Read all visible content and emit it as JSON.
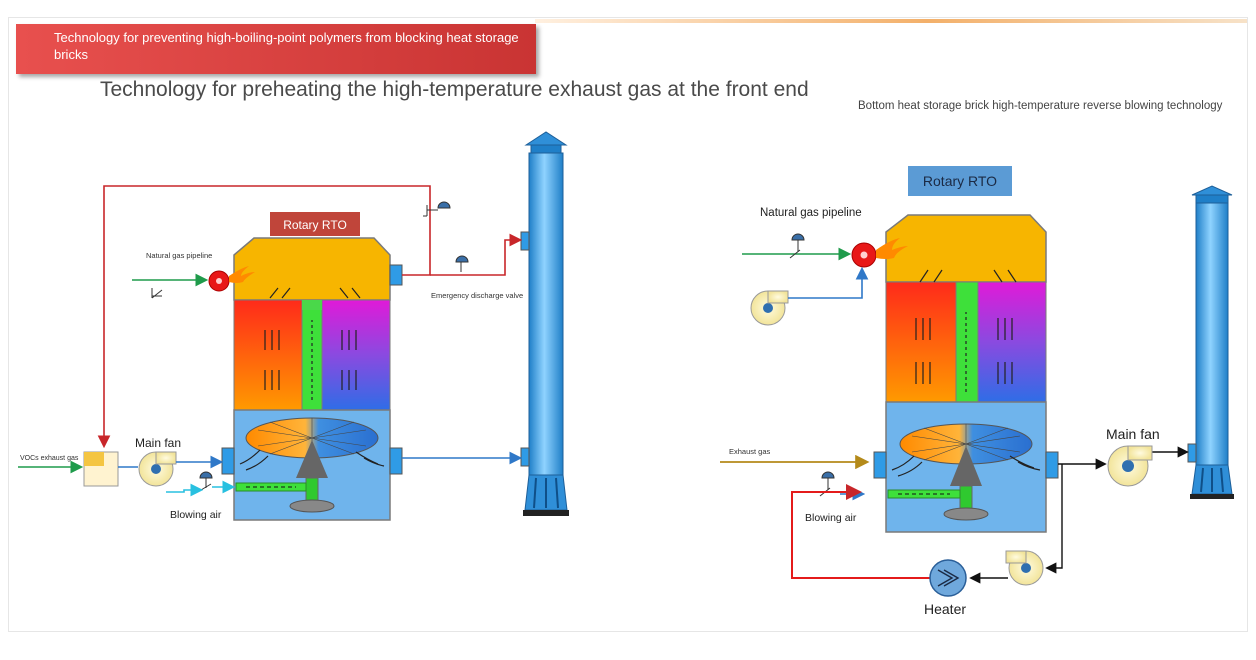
{
  "header": {
    "banner_text": "Technology for preventing high-boiling-point polymers from blocking heat storage bricks",
    "subtitle": "Technology for preheating the high-temperature exhaust gas at the front end",
    "subtitle_right": "Bottom heat storage brick high-temperature reverse blowing technology"
  },
  "left_diagram": {
    "title": "Rotary RTO",
    "natural_gas": "Natural gas pipeline",
    "emergency_valve": "Emergency discharge valve",
    "vocs": "VOCs exhaust gas",
    "main_fan": "Main fan",
    "blowing_air": "Blowing air"
  },
  "right_diagram": {
    "title": "Rotary RTO",
    "natural_gas": "Natural gas pipeline",
    "exhaust_gas": "Exhaust gas",
    "main_fan": "Main fan",
    "blowing_air": "Blowing air",
    "heater": "Heater"
  },
  "colors": {
    "banner": "#d9403f",
    "title_box_left": "#c0453a",
    "title_box_right": "#5b9bd5",
    "chamber_top": "#f7b500",
    "tower": "#3a9ee0",
    "red_line": "#c8262a",
    "green_line": "#1f9b4b",
    "gold_line": "#b48a1a"
  }
}
